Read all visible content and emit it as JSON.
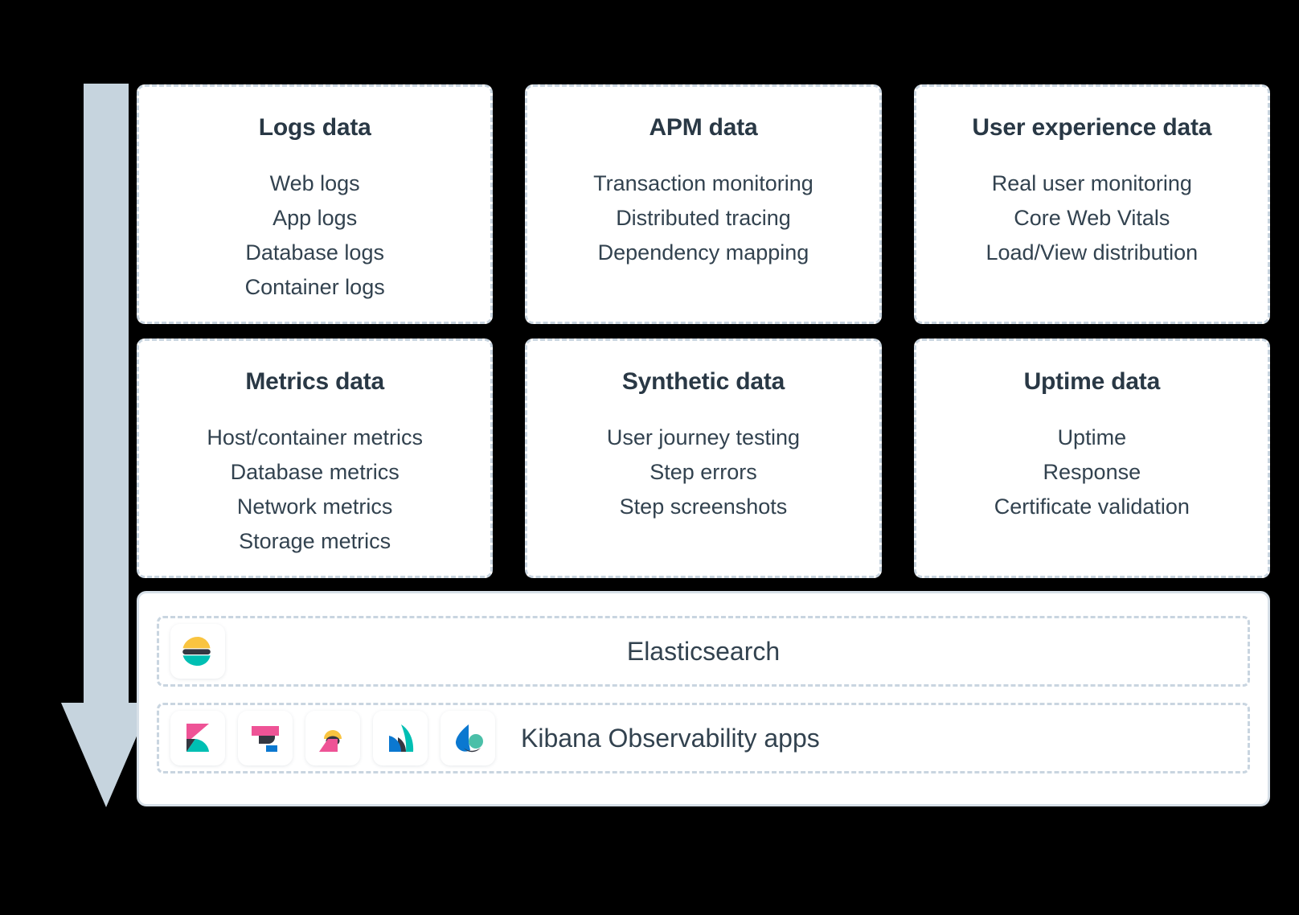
{
  "diagram": {
    "arrow": {
      "name": "data-flow-arrow",
      "direction": "down",
      "color": "#c6d4de"
    },
    "cards": [
      {
        "title": "Logs data",
        "items": [
          "Web logs",
          "App logs",
          "Database logs",
          "Container logs"
        ]
      },
      {
        "title": "APM data",
        "items": [
          "Transaction monitoring",
          "Distributed tracing",
          "Dependency mapping"
        ]
      },
      {
        "title": "User experience data",
        "items": [
          "Real user monitoring",
          "Core Web Vitals",
          "Load/View distribution"
        ]
      },
      {
        "title": "Metrics data",
        "items": [
          "Host/container metrics",
          "Database metrics",
          "Network metrics",
          "Storage metrics"
        ]
      },
      {
        "title": "Synthetic data",
        "items": [
          "User journey testing",
          "Step errors",
          "Step screenshots"
        ]
      },
      {
        "title": "Uptime data",
        "items": [
          "Uptime",
          "Response",
          "Certificate validation"
        ]
      }
    ],
    "platform": {
      "elasticsearch_row": {
        "label": "Elasticsearch",
        "icon": "elasticsearch-icon"
      },
      "kibana_row": {
        "label": "Kibana Observability apps",
        "icons": [
          "kibana-icon",
          "logs-app-icon",
          "metrics-app-icon",
          "apm-app-icon",
          "uptime-app-icon"
        ]
      }
    },
    "colors": {
      "background": "#000000",
      "card_background": "#ffffff",
      "card_border": "#c9d5e0",
      "panel_border": "#d7e0e8",
      "text": "#32424f",
      "title": "#293845",
      "arrow": "#c6d4de",
      "elastic_yellow": "#f9c440",
      "elastic_teal": "#00bfb3",
      "elastic_pink": "#ee5396",
      "elastic_blue": "#0b78d0",
      "elastic_dark": "#343741"
    }
  }
}
